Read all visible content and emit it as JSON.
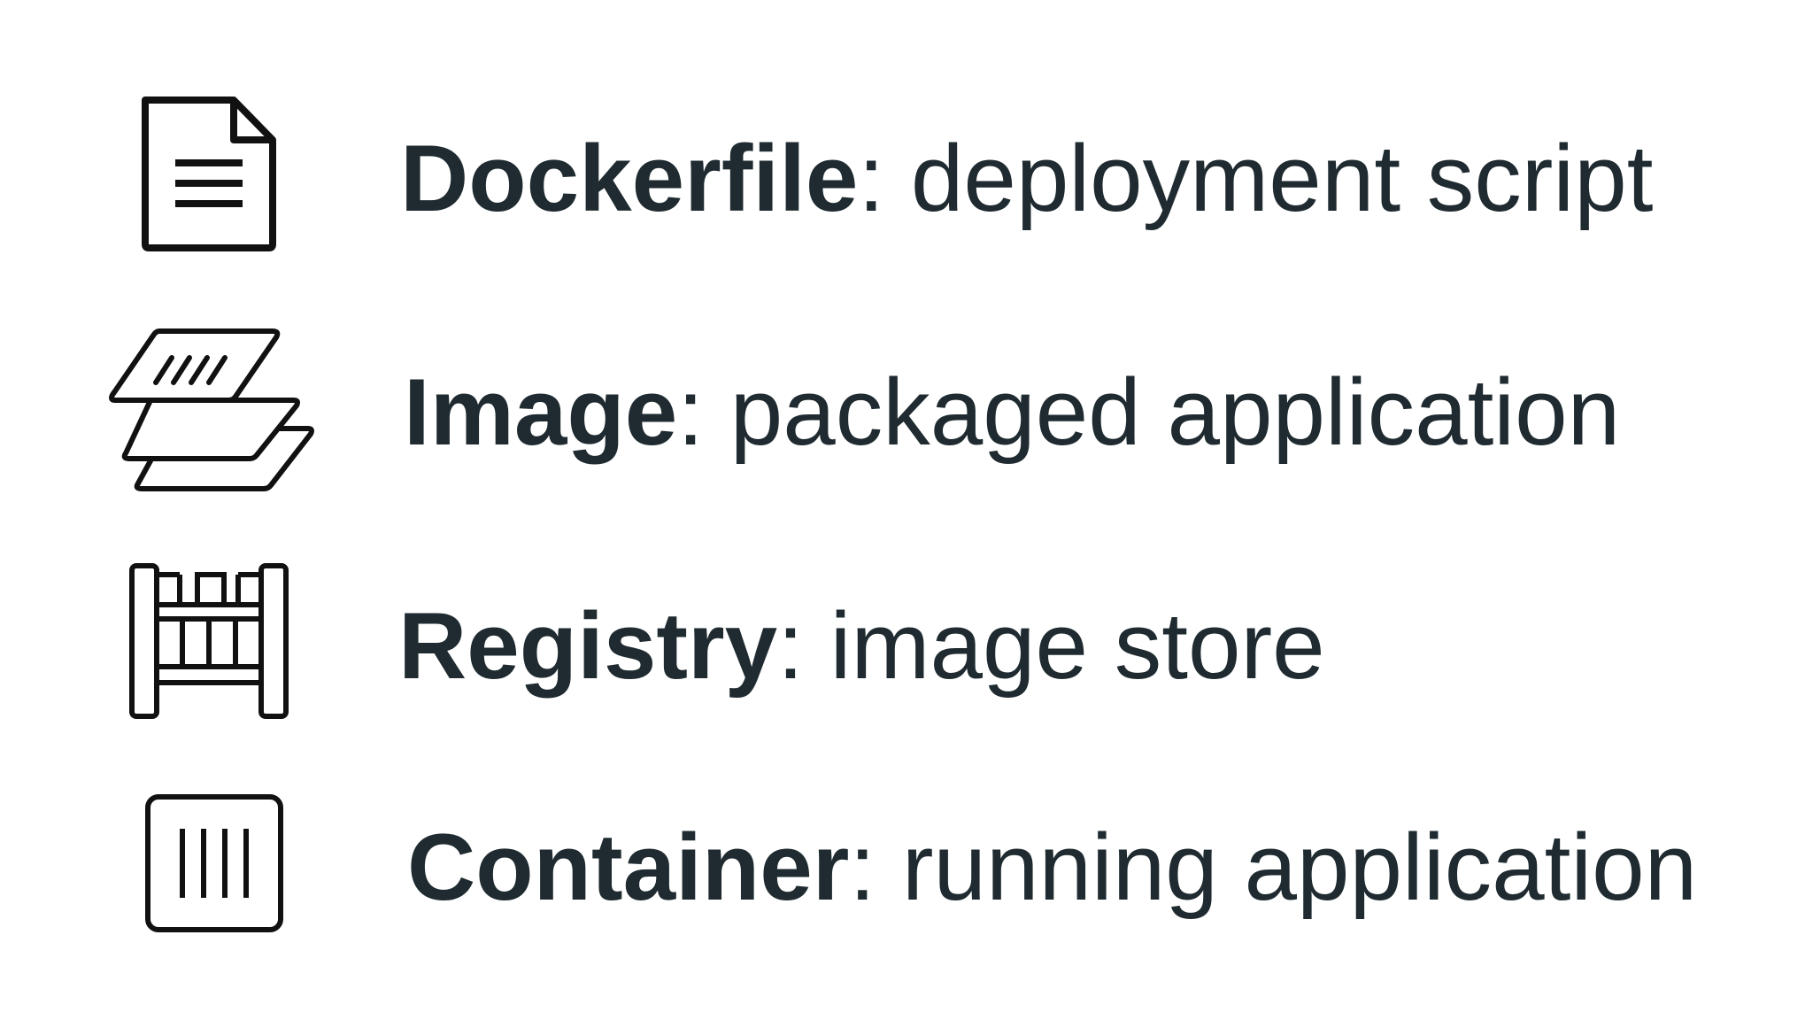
{
  "colors": {
    "text": "#1f2b30",
    "icon": "#111111",
    "background": "#ffffff"
  },
  "items": [
    {
      "term": "Dockerfile",
      "separator": ": ",
      "description": "deployment script",
      "icon": "document-icon"
    },
    {
      "term": "Image",
      "separator": ": ",
      "description": "packaged application",
      "icon": "stacked-layers-icon"
    },
    {
      "term": "Registry",
      "separator": ": ",
      "description": "image store",
      "icon": "shelf-icon"
    },
    {
      "term": "Container",
      "separator": ": ",
      "description": "running application",
      "icon": "container-box-icon"
    }
  ]
}
